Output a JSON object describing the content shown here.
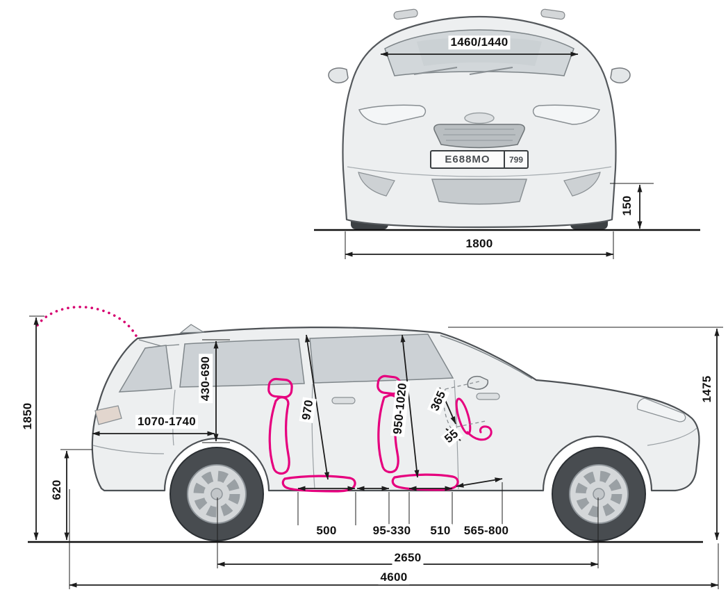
{
  "front_view": {
    "upper_body_width": "1460/1440",
    "ground_clearance": "150",
    "overall_width": "1800",
    "license_plate": {
      "number": "Е688МО",
      "region": "799"
    }
  },
  "side_view": {
    "open_tailgate_height": "1850",
    "loading_height": "620",
    "boot_height": "430-690",
    "boot_length": "1070-1740",
    "rear_seat_to_roof": "970",
    "front_seat_to_roof": "950-1020",
    "steering_wheel_range": "365",
    "steering_wheel_reach": "55",
    "overall_height": "1475",
    "rear_seat_cushion": "500",
    "seat_travel": "95-330",
    "front_seat_cushion": "510",
    "seat_to_pedals": "565-800",
    "wheelbase": "2650",
    "overall_length": "4600"
  },
  "colors": {
    "accent_magenta": "#e6007e",
    "dimension_line": "#1c1c1c",
    "body_fill": "#edeff0"
  }
}
